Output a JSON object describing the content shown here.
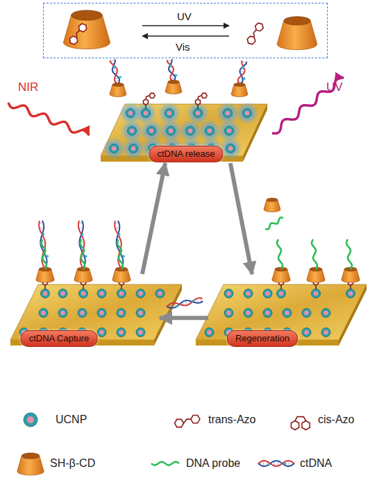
{
  "diagram": {
    "nodes": [
      {
        "text": [
          "UV",
          "Vis"
        ]
      },
      {
        "text": [
          "ctDNA release"
        ]
      },
      {
        "text": [
          "ctDNA Capture"
        ]
      },
      {
        "text": [
          "Regeneration"
        ]
      }
    ],
    "edges": [
      {
        "from": 2,
        "to": 1,
        "arrow": "to"
      },
      {
        "from": 1,
        "to": 3,
        "arrow": "to"
      },
      {
        "from": 3,
        "to": 2,
        "arrow": "to"
      }
    ],
    "labels": [
      "NIR",
      "UV"
    ],
    "legend": [
      {
        "text": "UCNP"
      },
      {
        "text": "trans-Azo"
      },
      {
        "text": "cis-Azo"
      },
      {
        "text": "SH-β-CD"
      },
      {
        "text": "DNA probe"
      },
      {
        "text": "ctDNA"
      }
    ]
  }
}
